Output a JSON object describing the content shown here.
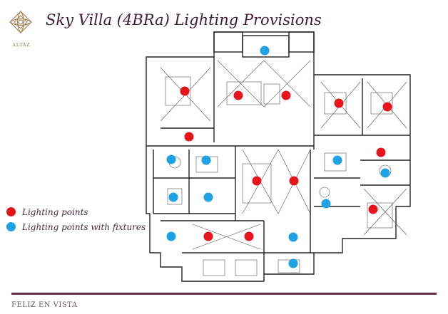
{
  "brand": {
    "logo_text": "ALTAZ",
    "footer": "FELIZ EN VISTA"
  },
  "title": "Sky Villa (4BRa) Lighting Provisions",
  "colors": {
    "lighting_point": "#e8141c",
    "fixture_point": "#1ea2e3",
    "title": "#3f1d33",
    "footer_bar": "#6b2f4d"
  },
  "legend": [
    {
      "label": "Lighting points",
      "type": "lighting_point"
    },
    {
      "label": "Lighting points with fixtures",
      "type": "fixture_point"
    }
  ]
}
